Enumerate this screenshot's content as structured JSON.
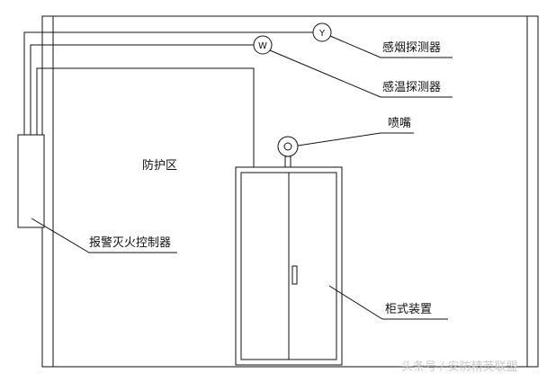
{
  "labels": {
    "smoke_detector": "感烟探测器",
    "heat_detector": "感温探测器",
    "nozzle": "喷嘴",
    "protection_zone": "防护区",
    "controller": "报警灭火控制器",
    "cabinet": "柜式装置"
  },
  "symbols": {
    "smoke": "Y",
    "heat": "W"
  },
  "watermark": "头条号 / 安防精英联盟"
}
